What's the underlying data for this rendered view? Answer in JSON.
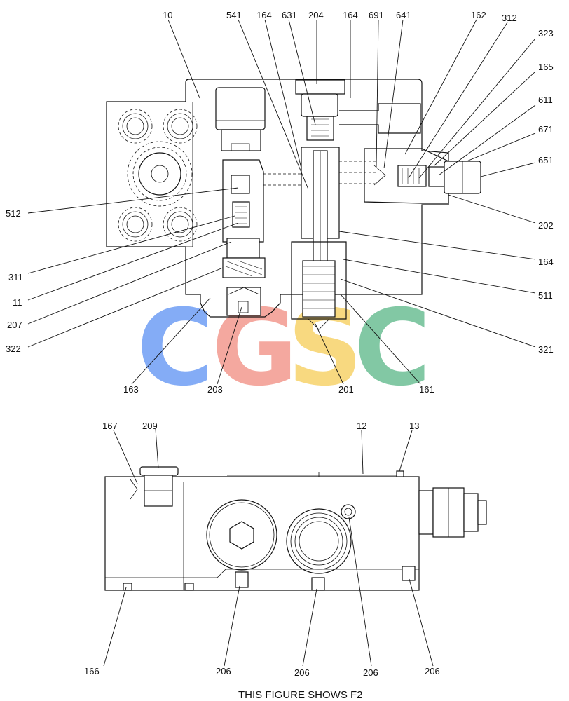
{
  "caption": "THIS FIGURE SHOWS  F2",
  "watermark": {
    "letters": [
      "C",
      "G",
      "S",
      "C"
    ],
    "colors": [
      "#6f9ef5",
      "#f39a8f",
      "#f7d36a",
      "#6dbf95"
    ]
  },
  "top_view_labels": [
    "10",
    "541",
    "164",
    "631",
    "204",
    "164",
    "691",
    "641",
    "162",
    "312",
    "323",
    "165",
    "611",
    "671",
    "651",
    "512",
    "202",
    "311",
    "11",
    "164",
    "207",
    "511",
    "322",
    "321",
    "163",
    "203",
    "201",
    "161"
  ],
  "bottom_view_labels": [
    "167",
    "209",
    "12",
    "13",
    "166",
    "206",
    "206",
    "206",
    "206"
  ]
}
